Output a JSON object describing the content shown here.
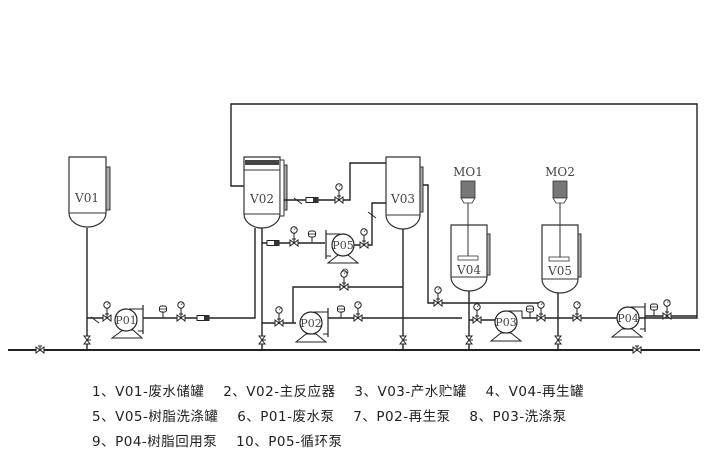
{
  "diagram": {
    "vessels": [
      {
        "id": "V01",
        "label": "V01"
      },
      {
        "id": "V02",
        "label": "V02"
      },
      {
        "id": "V03",
        "label": "V03"
      },
      {
        "id": "V04",
        "label": "V04"
      },
      {
        "id": "V05",
        "label": "V05"
      }
    ],
    "motors": [
      {
        "id": "M01",
        "label": "MO1"
      },
      {
        "id": "M02",
        "label": "MO2"
      }
    ],
    "pumps": [
      {
        "id": "P01",
        "label": "P01"
      },
      {
        "id": "P02",
        "label": "P02"
      },
      {
        "id": "P03",
        "label": "P03"
      },
      {
        "id": "P04",
        "label": "P04"
      },
      {
        "id": "P05",
        "label": "P05"
      }
    ]
  },
  "legend": {
    "items": [
      {
        "num": "1、",
        "text": "V01-废水储罐"
      },
      {
        "num": "2、",
        "text": "V02-主反应器"
      },
      {
        "num": "3、",
        "text": "V03-产水贮罐"
      },
      {
        "num": "4、",
        "text": "V04-再生罐"
      },
      {
        "num": "5、",
        "text": "V05-树脂洗涤罐"
      },
      {
        "num": "6、",
        "text": "P01-废水泵"
      },
      {
        "num": "7、",
        "text": "P02-再生泵"
      },
      {
        "num": "8、",
        "text": "P03-洗涤泵"
      },
      {
        "num": "9、",
        "text": "P04-树脂回用泵"
      },
      {
        "num": "10、",
        "text": "P05-循环泵"
      }
    ]
  }
}
